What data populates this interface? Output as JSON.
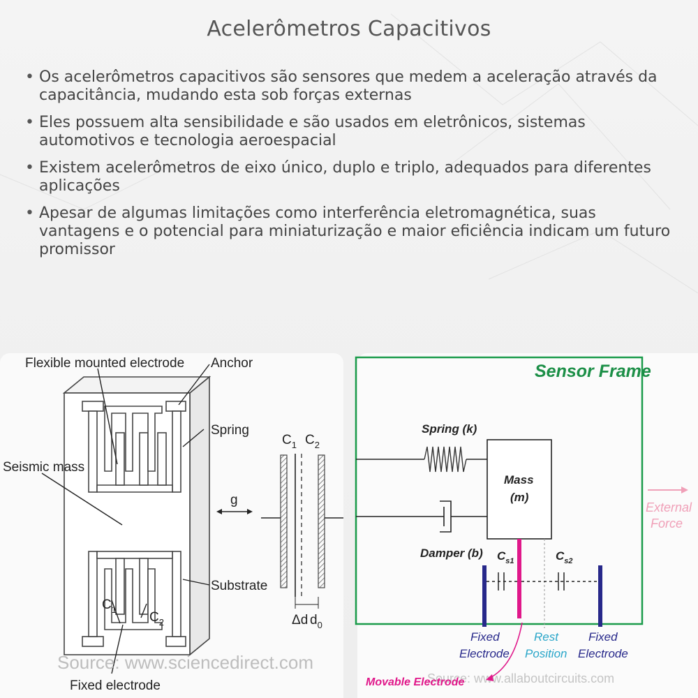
{
  "title": "Acelerômetros Capacitivos",
  "bullets": [
    "Os acelerômetros capacitivos são sensores que medem a aceleração através da capacitância, mudando esta sob forças externas",
    "Eles possuem alta sensibilidade e são usados em eletrônicos, sistemas automotivos e tecnologia aeroespacial",
    "Existem acelerômetros de eixo único, duplo e triplo, adequados para diferentes aplicações",
    "Apesar de algumas limitações como interferência eletromagnética, suas vantagens e o potencial para miniaturização e maior eficiência indicam um futuro promissor"
  ],
  "left_diagram": {
    "flexible_electrode": "Flexible mounted electrode",
    "anchor": "Anchor",
    "spring": "Spring",
    "seismic_mass": "Seismic mass",
    "substrate": "Substrate",
    "fixed_electrode": "Fixed electrode",
    "c1": "C",
    "c1_sub": "1",
    "c2": "C",
    "c2_sub": "2",
    "g": "g",
    "delta_d": "Δd",
    "d0": "d",
    "d0_sub": "0",
    "source": "Source: www.sciencedirect.com"
  },
  "right_diagram": {
    "sensor_frame": "Sensor Frame",
    "spring": "Spring (k)",
    "mass_line1": "Mass",
    "mass_line2": "(m)",
    "damper": "Damper (b)",
    "cs1": "C",
    "cs1_sub": "s1",
    "cs2": "C",
    "cs2_sub": "s2",
    "external_line1": "External",
    "external_line2": "Force",
    "fixed_left_1": "Fixed",
    "fixed_left_2": "Electrode",
    "rest_1": "Rest",
    "rest_2": "Position",
    "fixed_right_1": "Fixed",
    "fixed_right_2": "Electrode",
    "movable": "Movable Electrode",
    "source": "Source: www.allaboutcircuits.com"
  },
  "colors": {
    "frame_green": "#1a9b4a",
    "title_green": "#1c8f47",
    "electrode_blue": "#27288a",
    "movable_pink": "#e0188a",
    "rest_cyan": "#2aa6c9",
    "external_pink": "#f0a0b8"
  }
}
